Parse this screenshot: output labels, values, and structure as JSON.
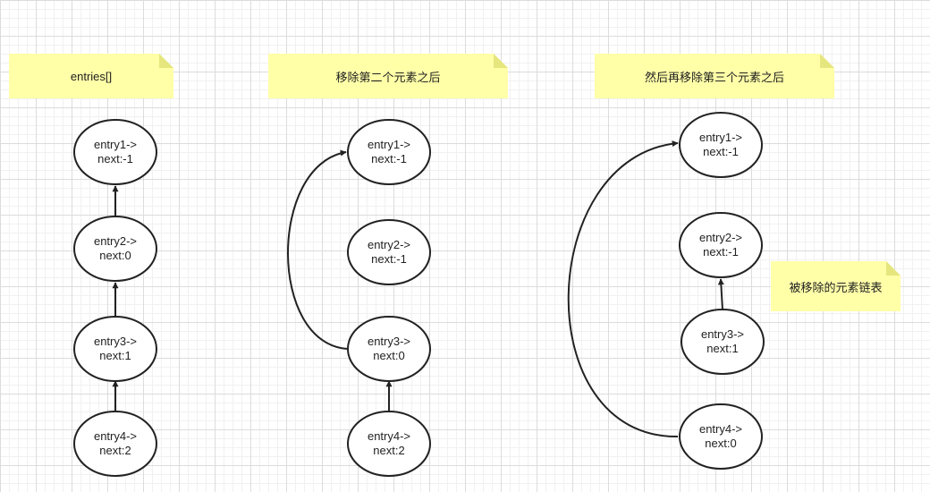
{
  "colors": {
    "note_fill": "#ffffa8",
    "note_fold": "#e6e67f",
    "node_fill": "#ffffff",
    "stroke": "#222222"
  },
  "notes": {
    "col1": "entries[]",
    "col2": "移除第二个元素之后",
    "col3": "然后再移除第三个元素之后",
    "removed": "被移除的元素链表"
  },
  "col1": {
    "entry1": {
      "name": "entry1->",
      "next": "next:-1"
    },
    "entry2": {
      "name": "entry2->",
      "next": "next:0"
    },
    "entry3": {
      "name": "entry3->",
      "next": "next:1"
    },
    "entry4": {
      "name": "entry4->",
      "next": "next:2"
    }
  },
  "col2": {
    "entry1": {
      "name": "entry1->",
      "next": "next:-1"
    },
    "entry2": {
      "name": "entry2->",
      "next": "next:-1"
    },
    "entry3": {
      "name": "entry3->",
      "next": "next:0"
    },
    "entry4": {
      "name": "entry4->",
      "next": "next:2"
    }
  },
  "col3": {
    "entry1": {
      "name": "entry1->",
      "next": "next:-1"
    },
    "entry2": {
      "name": "entry2->",
      "next": "next:-1"
    },
    "entry3": {
      "name": "entry3->",
      "next": "next:1"
    },
    "entry4": {
      "name": "entry4->",
      "next": "next:0"
    }
  }
}
